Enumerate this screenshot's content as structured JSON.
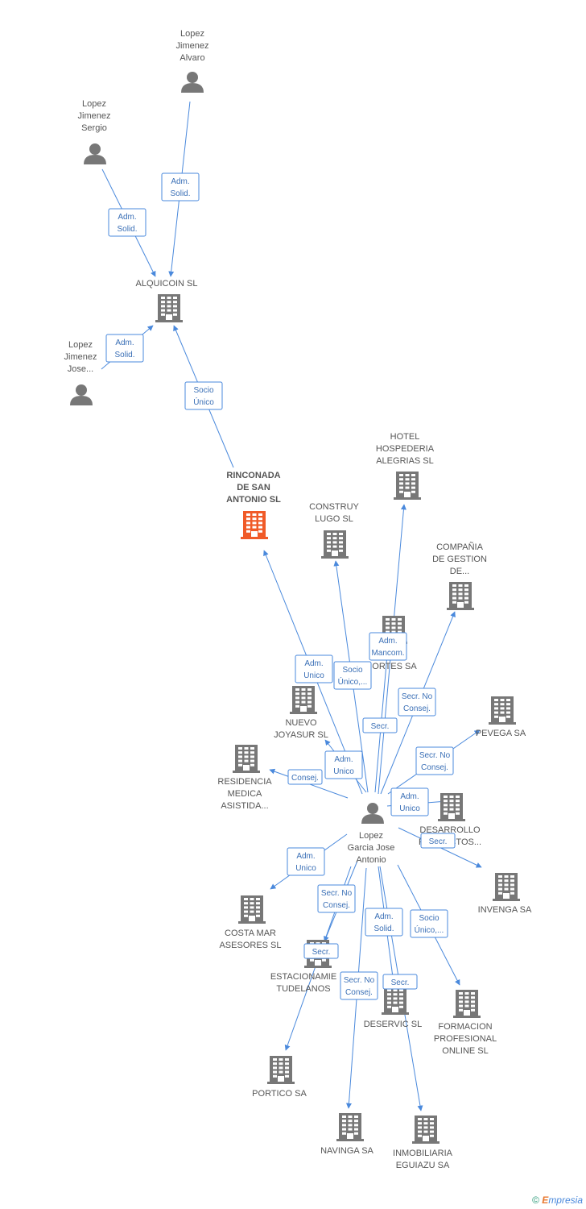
{
  "colors": {
    "edge": "#4a89dc",
    "company": "#777777",
    "main_company": "#f05a28",
    "person": "#777777"
  },
  "nodes": [
    {
      "id": "alvaro",
      "type": "person",
      "label": [
        "Lopez",
        "Jimenez",
        "Alvaro"
      ]
    },
    {
      "id": "sergio",
      "type": "person",
      "label": [
        "Lopez",
        "Jimenez",
        "Sergio"
      ]
    },
    {
      "id": "jose",
      "type": "person",
      "label": [
        "Lopez",
        "Jimenez",
        "Jose..."
      ]
    },
    {
      "id": "alquicoin",
      "type": "company",
      "label": [
        "ALQUICOIN SL"
      ]
    },
    {
      "id": "rinconada",
      "type": "main",
      "label": [
        "RINCONADA",
        "DE SAN",
        "ANTONIO SL"
      ]
    },
    {
      "id": "hotel",
      "type": "company",
      "label": [
        "HOTEL",
        "HOSPEDERIA",
        "ALEGRIAS  SL"
      ]
    },
    {
      "id": "construy",
      "type": "company",
      "label": [
        "CONSTRUY",
        "LUGO SL"
      ]
    },
    {
      "id": "compania",
      "type": "company",
      "label": [
        "COMPAÑIA",
        "DE GESTION",
        "DE..."
      ]
    },
    {
      "id": "sports",
      "type": "company",
      "label": [
        "S",
        "ORTES SA"
      ]
    },
    {
      "id": "joyasur",
      "type": "company",
      "label": [
        "NUEVO",
        "JOYASUR  SL"
      ]
    },
    {
      "id": "residencia",
      "type": "company",
      "label": [
        "RESIDENCIA",
        "MEDICA",
        "ASISTIDA..."
      ]
    },
    {
      "id": "pevega",
      "type": "company",
      "label": [
        "PEVEGA SA"
      ]
    },
    {
      "id": "desarrollo",
      "type": "company",
      "label": [
        "DESARROLLO",
        "PROYECTOS..."
      ]
    },
    {
      "id": "antonio",
      "type": "person",
      "label": [
        "Lopez",
        "Garcia Jose",
        "Antonio"
      ]
    },
    {
      "id": "invenga",
      "type": "company",
      "label": [
        "INVENGA SA"
      ]
    },
    {
      "id": "costamar",
      "type": "company",
      "label": [
        "COSTA MAR",
        "ASESORES SL"
      ]
    },
    {
      "id": "estacionamientos",
      "type": "company",
      "label": [
        "ESTACIONAMIE",
        "TUDELANOS"
      ]
    },
    {
      "id": "deservic",
      "type": "company",
      "label": [
        "DESERVIC SL"
      ]
    },
    {
      "id": "formacion",
      "type": "company",
      "label": [
        "FORMACION",
        "PROFESIONAL",
        "ONLINE  SL"
      ]
    },
    {
      "id": "portico",
      "type": "company",
      "label": [
        "PORTICO SA"
      ]
    },
    {
      "id": "navinga",
      "type": "company",
      "label": [
        "NAVINGA SA"
      ]
    },
    {
      "id": "inmobiliaria",
      "type": "company",
      "label": [
        "INMOBILIARIA",
        "EGUIAZU SA"
      ]
    }
  ],
  "edges": [
    {
      "from": "alvaro",
      "to": "alquicoin",
      "label": [
        "Adm.",
        "Solid."
      ]
    },
    {
      "from": "sergio",
      "to": "alquicoin",
      "label": [
        "Adm.",
        "Solid."
      ]
    },
    {
      "from": "jose",
      "to": "alquicoin",
      "label": [
        "Adm.",
        "Solid."
      ]
    },
    {
      "from": "rinconada",
      "to": "alquicoin",
      "label": [
        "Socio",
        "Único"
      ]
    },
    {
      "from": "antonio",
      "to": "rinconada",
      "label": [
        "Adm.",
        "Unico"
      ]
    },
    {
      "from": "antonio",
      "to": "construy",
      "label": [
        "Socio",
        "Único,..."
      ]
    },
    {
      "from": "antonio",
      "to": "hotel",
      "label": [
        "Adm.",
        "Mancom."
      ]
    },
    {
      "from": "antonio",
      "to": "sports",
      "label": [
        "Secr."
      ]
    },
    {
      "from": "antonio",
      "to": "compania",
      "label": [
        "Secr.  No",
        "Consej."
      ]
    },
    {
      "from": "antonio",
      "to": "joyasur",
      "label": [
        "Adm.",
        "Unico"
      ]
    },
    {
      "from": "antonio",
      "to": "residencia",
      "label": [
        "Consej."
      ]
    },
    {
      "from": "antonio",
      "to": "pevega",
      "label": [
        "Secr.  No",
        "Consej."
      ]
    },
    {
      "from": "antonio",
      "to": "desarrollo",
      "label": [
        "Adm.",
        "Unico"
      ]
    },
    {
      "from": "antonio",
      "to": "invenga",
      "label": [
        "Secr."
      ]
    },
    {
      "from": "antonio",
      "to": "costamar",
      "label": [
        "Adm.",
        "Unico"
      ]
    },
    {
      "from": "antonio",
      "to": "estacionamientos",
      "label": [
        "Secr.  No",
        "Consej."
      ]
    },
    {
      "from": "antonio",
      "to": "portico",
      "label": [
        "Secr."
      ]
    },
    {
      "from": "antonio",
      "to": "deservic",
      "label": [
        "Adm.",
        "Solid."
      ]
    },
    {
      "from": "antonio",
      "to": "formacion",
      "label": [
        "Socio",
        "Único,..."
      ]
    },
    {
      "from": "antonio",
      "to": "navinga",
      "label": [
        "Secr.  No",
        "Consej."
      ]
    },
    {
      "from": "antonio",
      "to": "inmobiliaria",
      "label": [
        "Secr."
      ]
    }
  ],
  "footer": {
    "copyright": "©",
    "brand_initial": "E",
    "brand_rest": "mpresia"
  }
}
